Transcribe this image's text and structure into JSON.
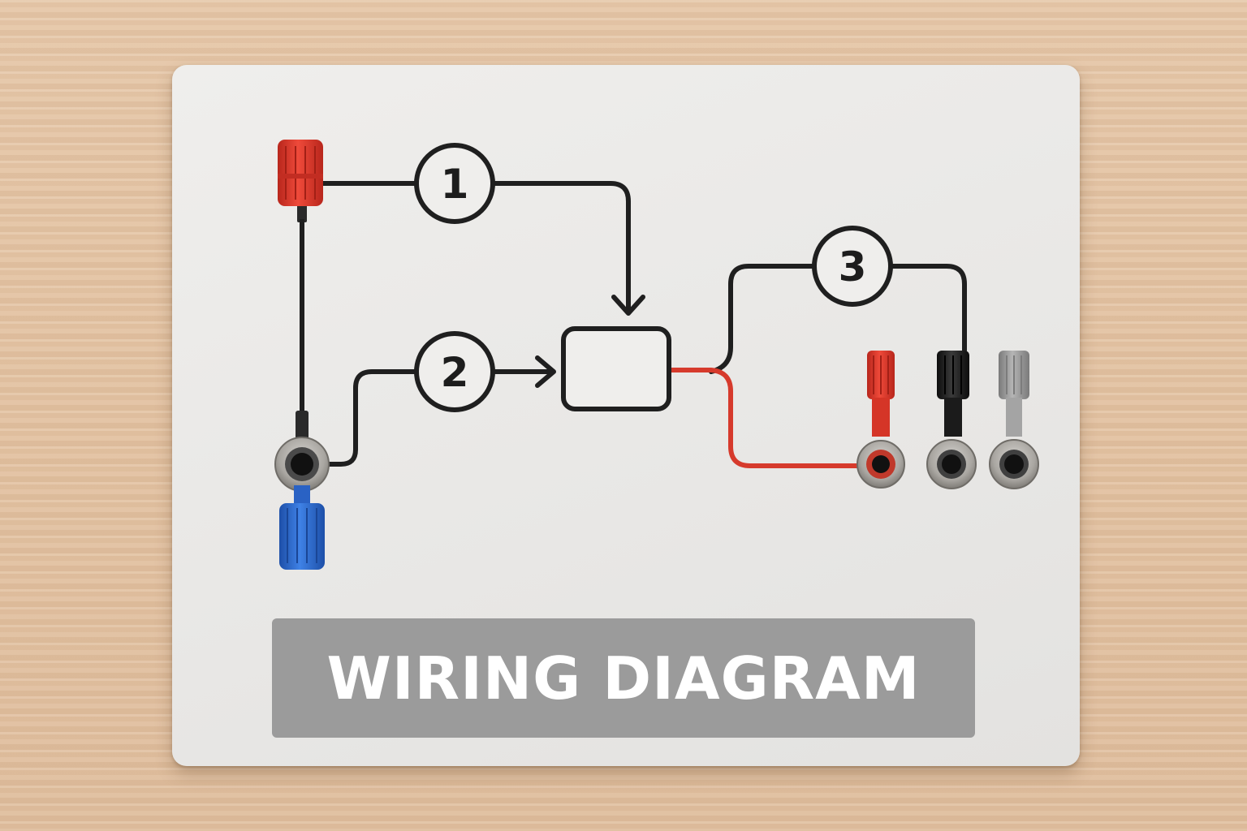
{
  "title": "WIRING DIAGRAM",
  "steps": [
    {
      "number": "1"
    },
    {
      "number": "2"
    },
    {
      "number": "3"
    }
  ],
  "connectors": {
    "left_top_plug": {
      "color": "#e23b2e"
    },
    "left_bottom_plug": {
      "color": "#2f6fd6"
    },
    "right_plugs": [
      {
        "color": "#e23b2e"
      },
      {
        "color": "#1e1e1e"
      },
      {
        "color": "#9a9a9a"
      }
    ]
  },
  "colors": {
    "wire_black": "#1f1f1f",
    "wire_red": "#d63a2c",
    "label_plate": "#9b9b9b"
  }
}
